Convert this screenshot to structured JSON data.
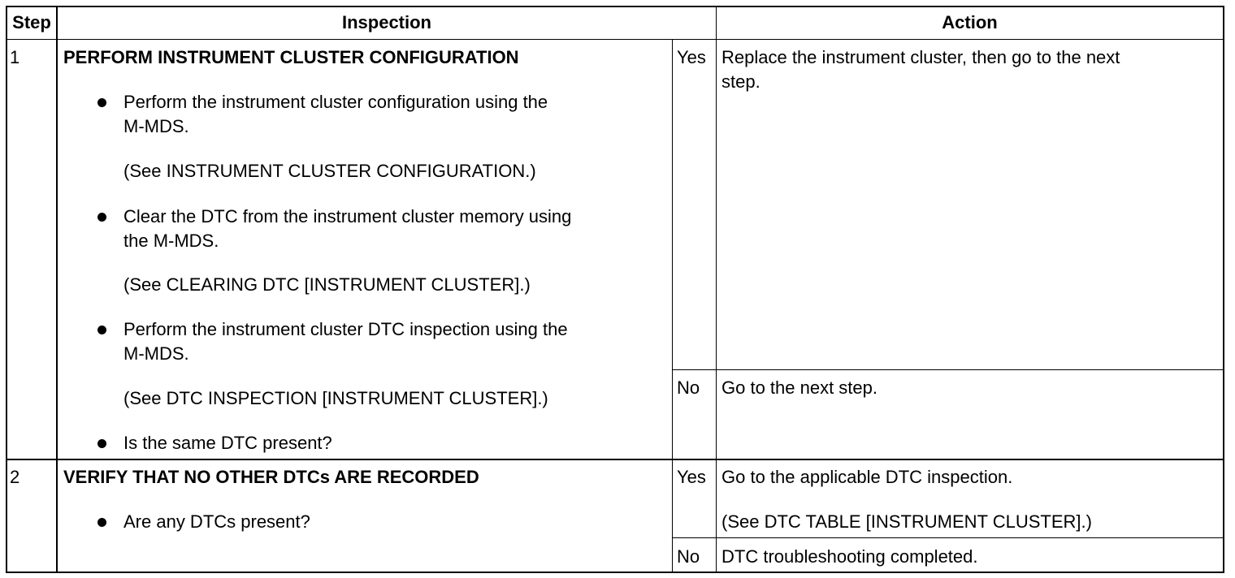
{
  "header": {
    "step": "Step",
    "inspection": "Inspection",
    "action": "Action"
  },
  "rows": [
    {
      "step": "1",
      "title": "PERFORM INSTRUMENT CLUSTER CONFIGURATION",
      "items": [
        {
          "bullet": "Perform the instrument cluster configuration using the",
          "bullet2": "M-MDS.",
          "ref": "(See INSTRUMENT CLUSTER CONFIGURATION.)"
        },
        {
          "bullet": "Clear the DTC from the instrument cluster memory using",
          "bullet2": "the M-MDS.",
          "ref": "(See CLEARING DTC [INSTRUMENT CLUSTER].)"
        },
        {
          "bullet": "Perform the instrument cluster DTC inspection using the",
          "bullet2": "M-MDS.",
          "ref": "(See DTC INSPECTION [INSTRUMENT CLUSTER].)"
        },
        {
          "bullet": "Is the same DTC present?"
        }
      ],
      "yes_label": "Yes",
      "yes_action": "Replace the instrument cluster, then go to the next",
      "yes_action2": "step.",
      "no_label": "No",
      "no_action": "Go to the next step."
    },
    {
      "step": "2",
      "title": "VERIFY THAT NO OTHER DTCs ARE RECORDED",
      "items": [
        {
          "bullet": "Are any DTCs present?"
        }
      ],
      "yes_label": "Yes",
      "yes_action": "Go to the applicable DTC inspection.",
      "yes_ref": "(See DTC TABLE [INSTRUMENT CLUSTER].)",
      "no_label": "No",
      "no_action": "DTC troubleshooting completed."
    }
  ]
}
